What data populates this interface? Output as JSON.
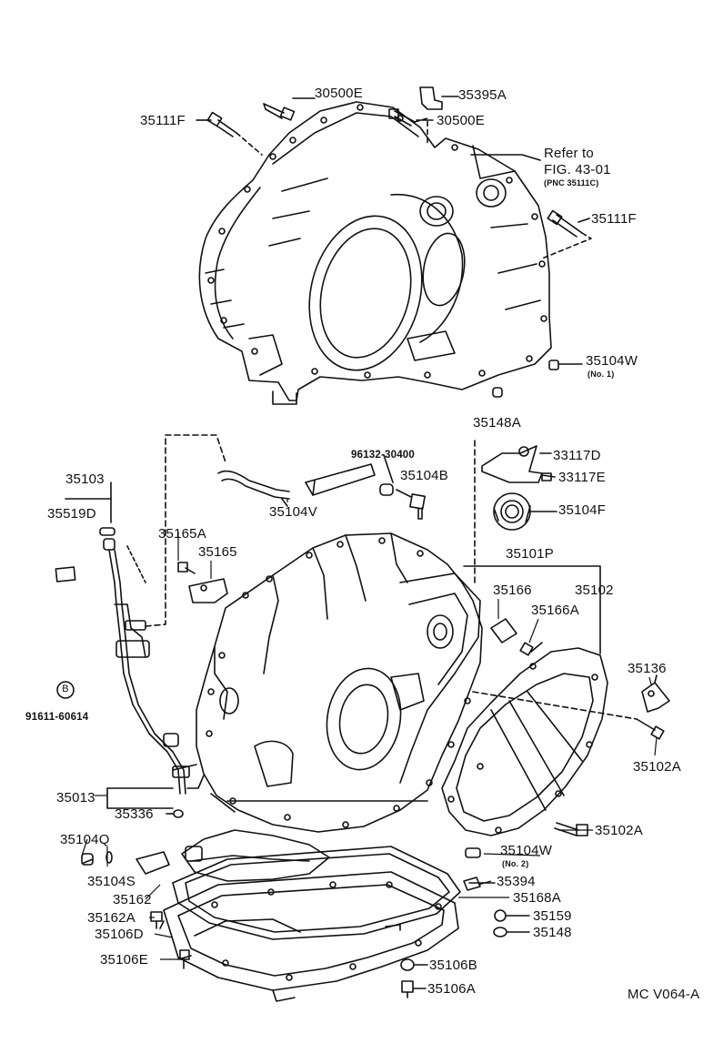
{
  "diagram": {
    "reference": {
      "line1": "Refer to",
      "line2": "FIG. 43-01",
      "line3": "(PNC 35111C)"
    },
    "diagram_code": "MC V064-A",
    "parts": {
      "p30500E_top": "30500E",
      "p35395A": "35395A",
      "p35111F_left": "35111F",
      "p30500E_mid": "30500E",
      "p35111F_right": "35111F",
      "p35104W_1": "35104W",
      "p35104W_1_note": "(No. 1)",
      "p35148A": "35148A",
      "p96132": "96132-30400",
      "p33117D": "33117D",
      "p33117E": "33117E",
      "p35103": "35103",
      "p35519D": "35519D",
      "p35104B": "35104B",
      "p35104V": "35104V",
      "p35104F": "35104F",
      "p35165A": "35165A",
      "p35165": "35165",
      "p35101P": "35101P",
      "p35166": "35166",
      "p35102": "35102",
      "p35166A": "35166A",
      "p35136": "35136",
      "p91611": "91611-60614",
      "p35102A_right": "35102A",
      "p35013": "35013",
      "p35336": "35336",
      "p35102A_low": "35102A",
      "p35104Q": "35104Q",
      "p35104W_2": "35104W",
      "p35104W_2_note": "(No. 2)",
      "p35104S": "35104S",
      "p35394": "35394",
      "p35162": "35162",
      "p35168A": "35168A",
      "p35162A": "35162A",
      "p35159": "35159",
      "p35106D": "35106D",
      "p35148": "35148",
      "p35106E": "35106E",
      "p35106B": "35106B",
      "p35106A": "35106A",
      "circle_mark": "B"
    }
  }
}
